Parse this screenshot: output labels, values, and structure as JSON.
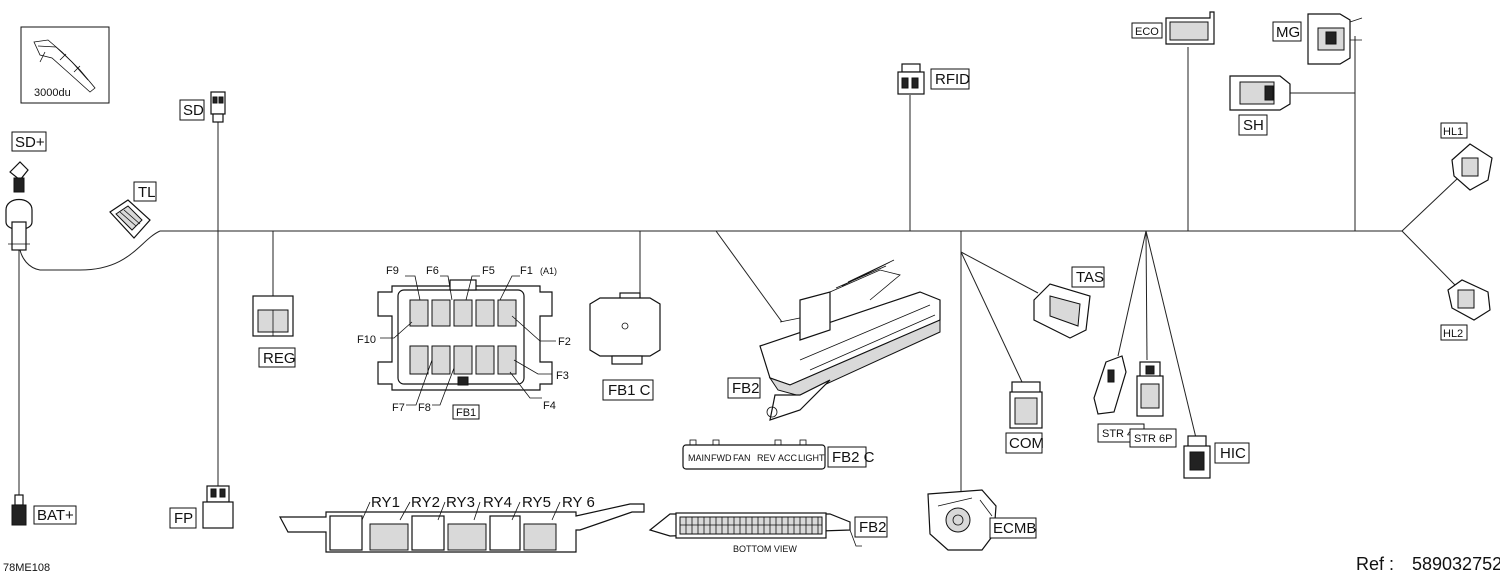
{
  "labels": {
    "sd_plus": "SD+",
    "sd": "SD",
    "tl": "TL",
    "reg": "REG",
    "fp": "FP",
    "bat_plus": "BAT+",
    "rfid": "RFID",
    "eco": "ECO",
    "mg": "MG",
    "sh": "SH",
    "hl1": "HL1",
    "hl2": "HL2",
    "tas": "TAS",
    "com": "COM",
    "str4p": "STR 4P",
    "str6p": "STR 6P",
    "hic": "HIC",
    "ecmb": "ECMB",
    "fb1c": "FB1 C",
    "fb1": "FB1",
    "fb2_top": "FB2",
    "fb2c": "FB2 C",
    "fb2_bottom": "FB2"
  },
  "thumbnail_text": "3000du",
  "fuses": [
    "F1",
    "F2",
    "F3",
    "F4",
    "F5",
    "F6",
    "F7",
    "F8",
    "F9",
    "F10"
  ],
  "fuse_a1": "(A1)",
  "relays": [
    "RY1",
    "RY2",
    "RY3",
    "RY4",
    "RY5",
    "RY 6"
  ],
  "fb2c_slots": [
    "MAIN",
    "FWD",
    "FAN",
    "REV",
    "ACC",
    "LIGHT"
  ],
  "bottom_view": "BOTTOM VIEW",
  "figure_id": "78ME108",
  "ref_label": "Ref :",
  "ref_number": "589032752"
}
